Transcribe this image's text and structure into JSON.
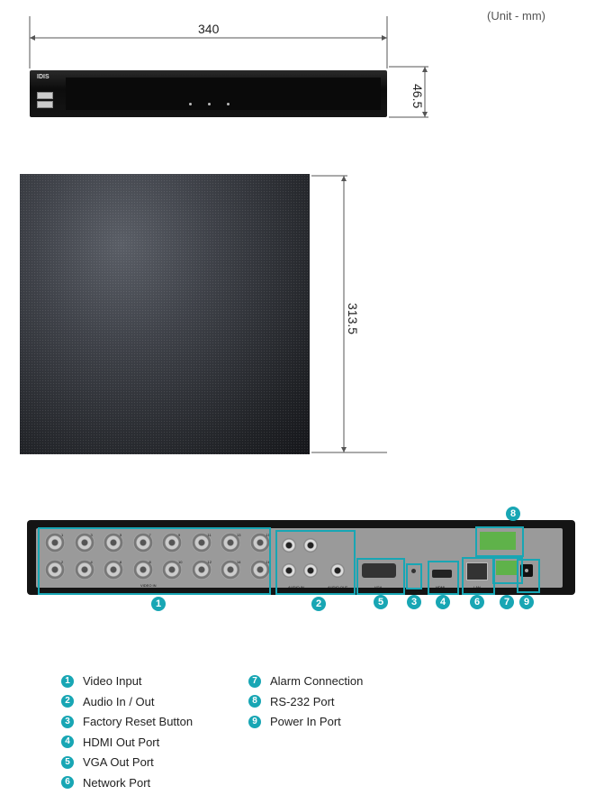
{
  "unit_note": "(Unit - mm)",
  "front_view": {
    "width_label": "340",
    "height_label": "46.5",
    "logo": "IDIS"
  },
  "top_view": {
    "depth_label": "313.5"
  },
  "rear_view": {
    "callouts": [
      "1",
      "2",
      "3",
      "4",
      "5",
      "6",
      "7",
      "8",
      "9"
    ],
    "port_labels": {
      "video_in": "VIDEO IN",
      "audio_in": "AUDIO IN",
      "audio_out": "AUDIO OUT",
      "vga": "VGA",
      "hdmi": "HDMI",
      "lan": "LAN"
    },
    "bnc_numbers": [
      "1",
      "3",
      "5",
      "7",
      "9",
      "11",
      "13",
      "15",
      "2",
      "4",
      "6",
      "8",
      "10",
      "12",
      "14",
      "16"
    ]
  },
  "legend": [
    {
      "num": "1",
      "label": "Video Input"
    },
    {
      "num": "2",
      "label": "Audio In / Out"
    },
    {
      "num": "3",
      "label": "Factory Reset Button"
    },
    {
      "num": "4",
      "label": "HDMI Out Port"
    },
    {
      "num": "5",
      "label": "VGA Out Port"
    },
    {
      "num": "6",
      "label": "Network Port"
    },
    {
      "num": "7",
      "label": "Alarm Connection"
    },
    {
      "num": "8",
      "label": "RS-232 Port"
    },
    {
      "num": "9",
      "label": "Power In Port"
    }
  ],
  "colors": {
    "accent": "#18a6b4"
  }
}
